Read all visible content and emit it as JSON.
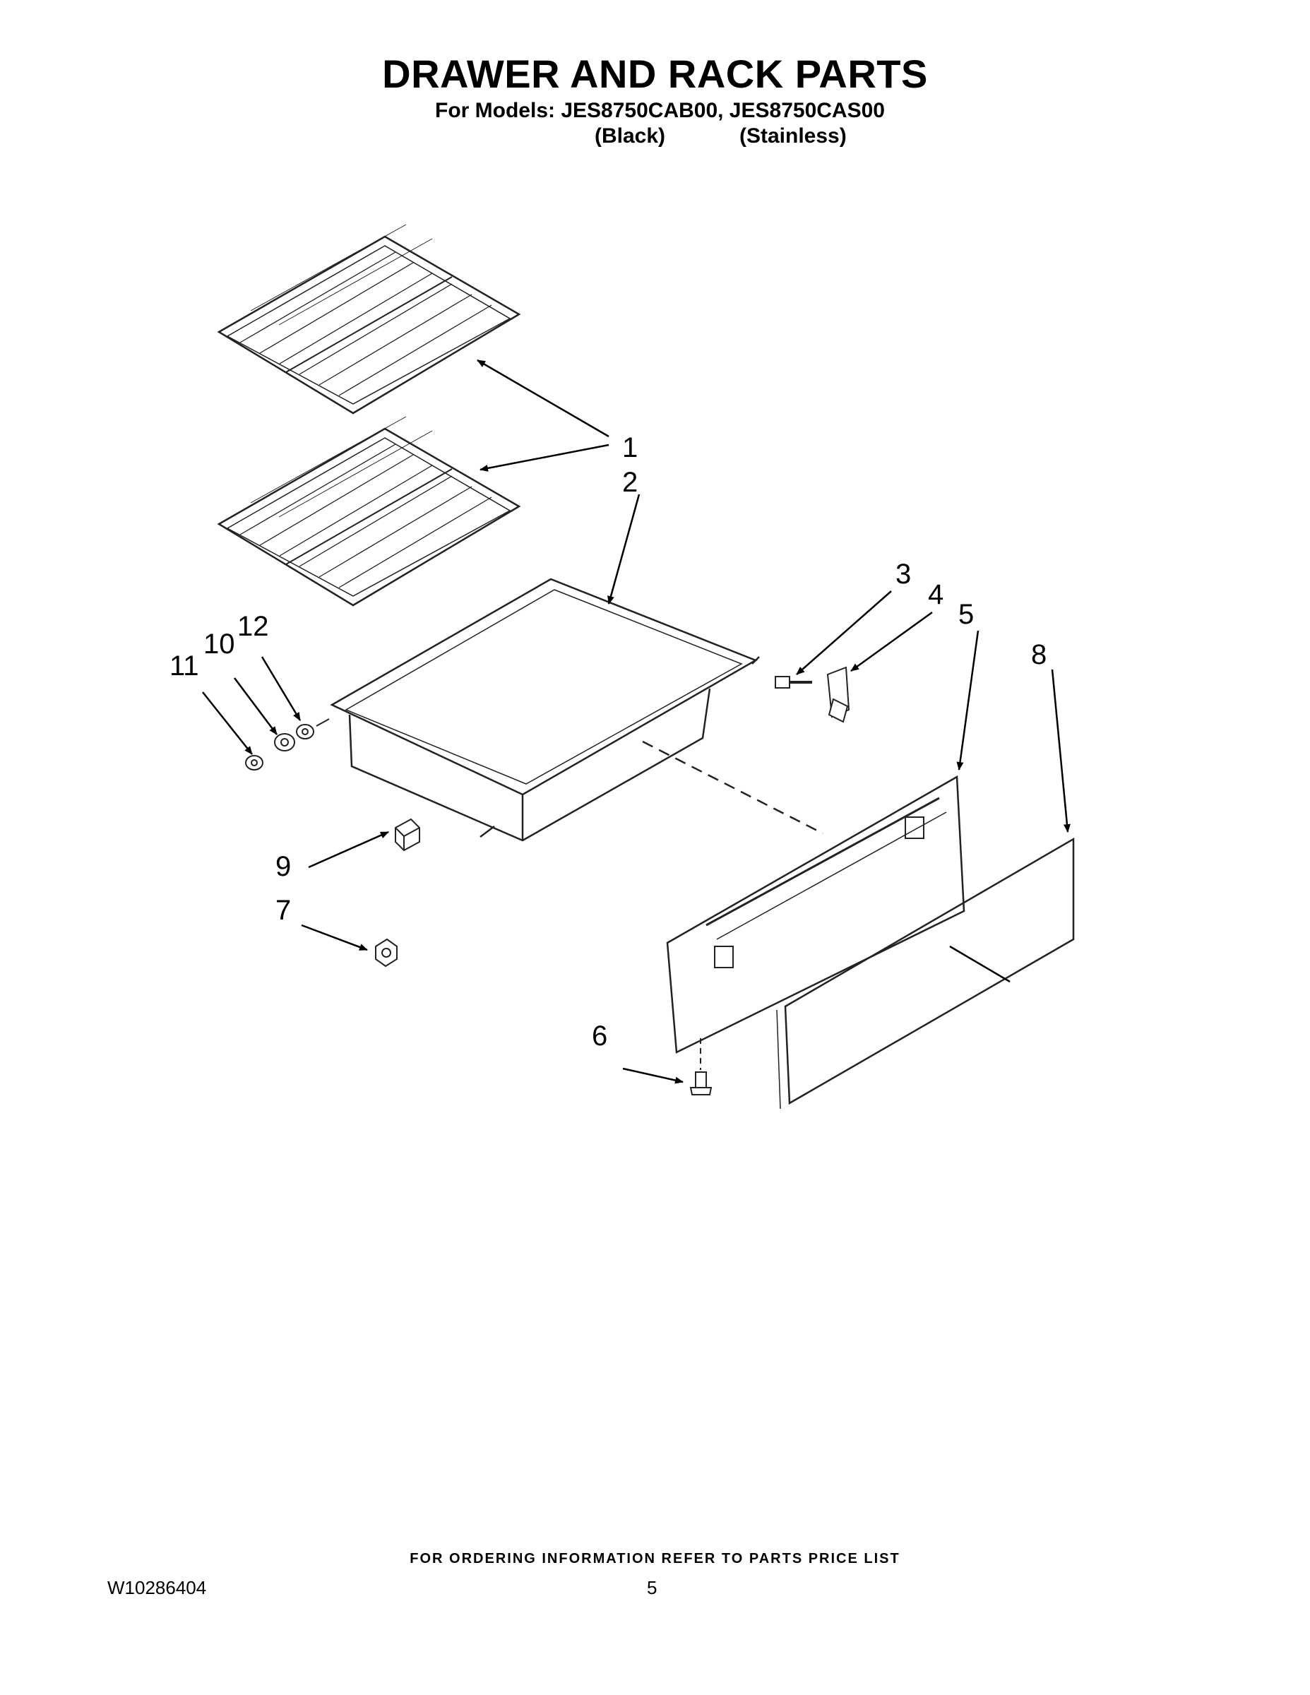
{
  "header": {
    "title": "DRAWER AND RACK PARTS",
    "models_line": "For Models: JES8750CAB00, JES8750CAS00",
    "variant_black": "(Black)",
    "variant_stainless": "(Stainless)"
  },
  "callouts": {
    "c1": "1",
    "c2": "2",
    "c3": "3",
    "c4": "4",
    "c5": "5",
    "c6": "6",
    "c7": "7",
    "c8": "8",
    "c9": "9",
    "c10": "10",
    "c11": "11",
    "c12": "12"
  },
  "footer": {
    "note": "FOR ORDERING INFORMATION REFER TO PARTS PRICE LIST",
    "doc_number": "W10286404",
    "page_number": "5"
  }
}
